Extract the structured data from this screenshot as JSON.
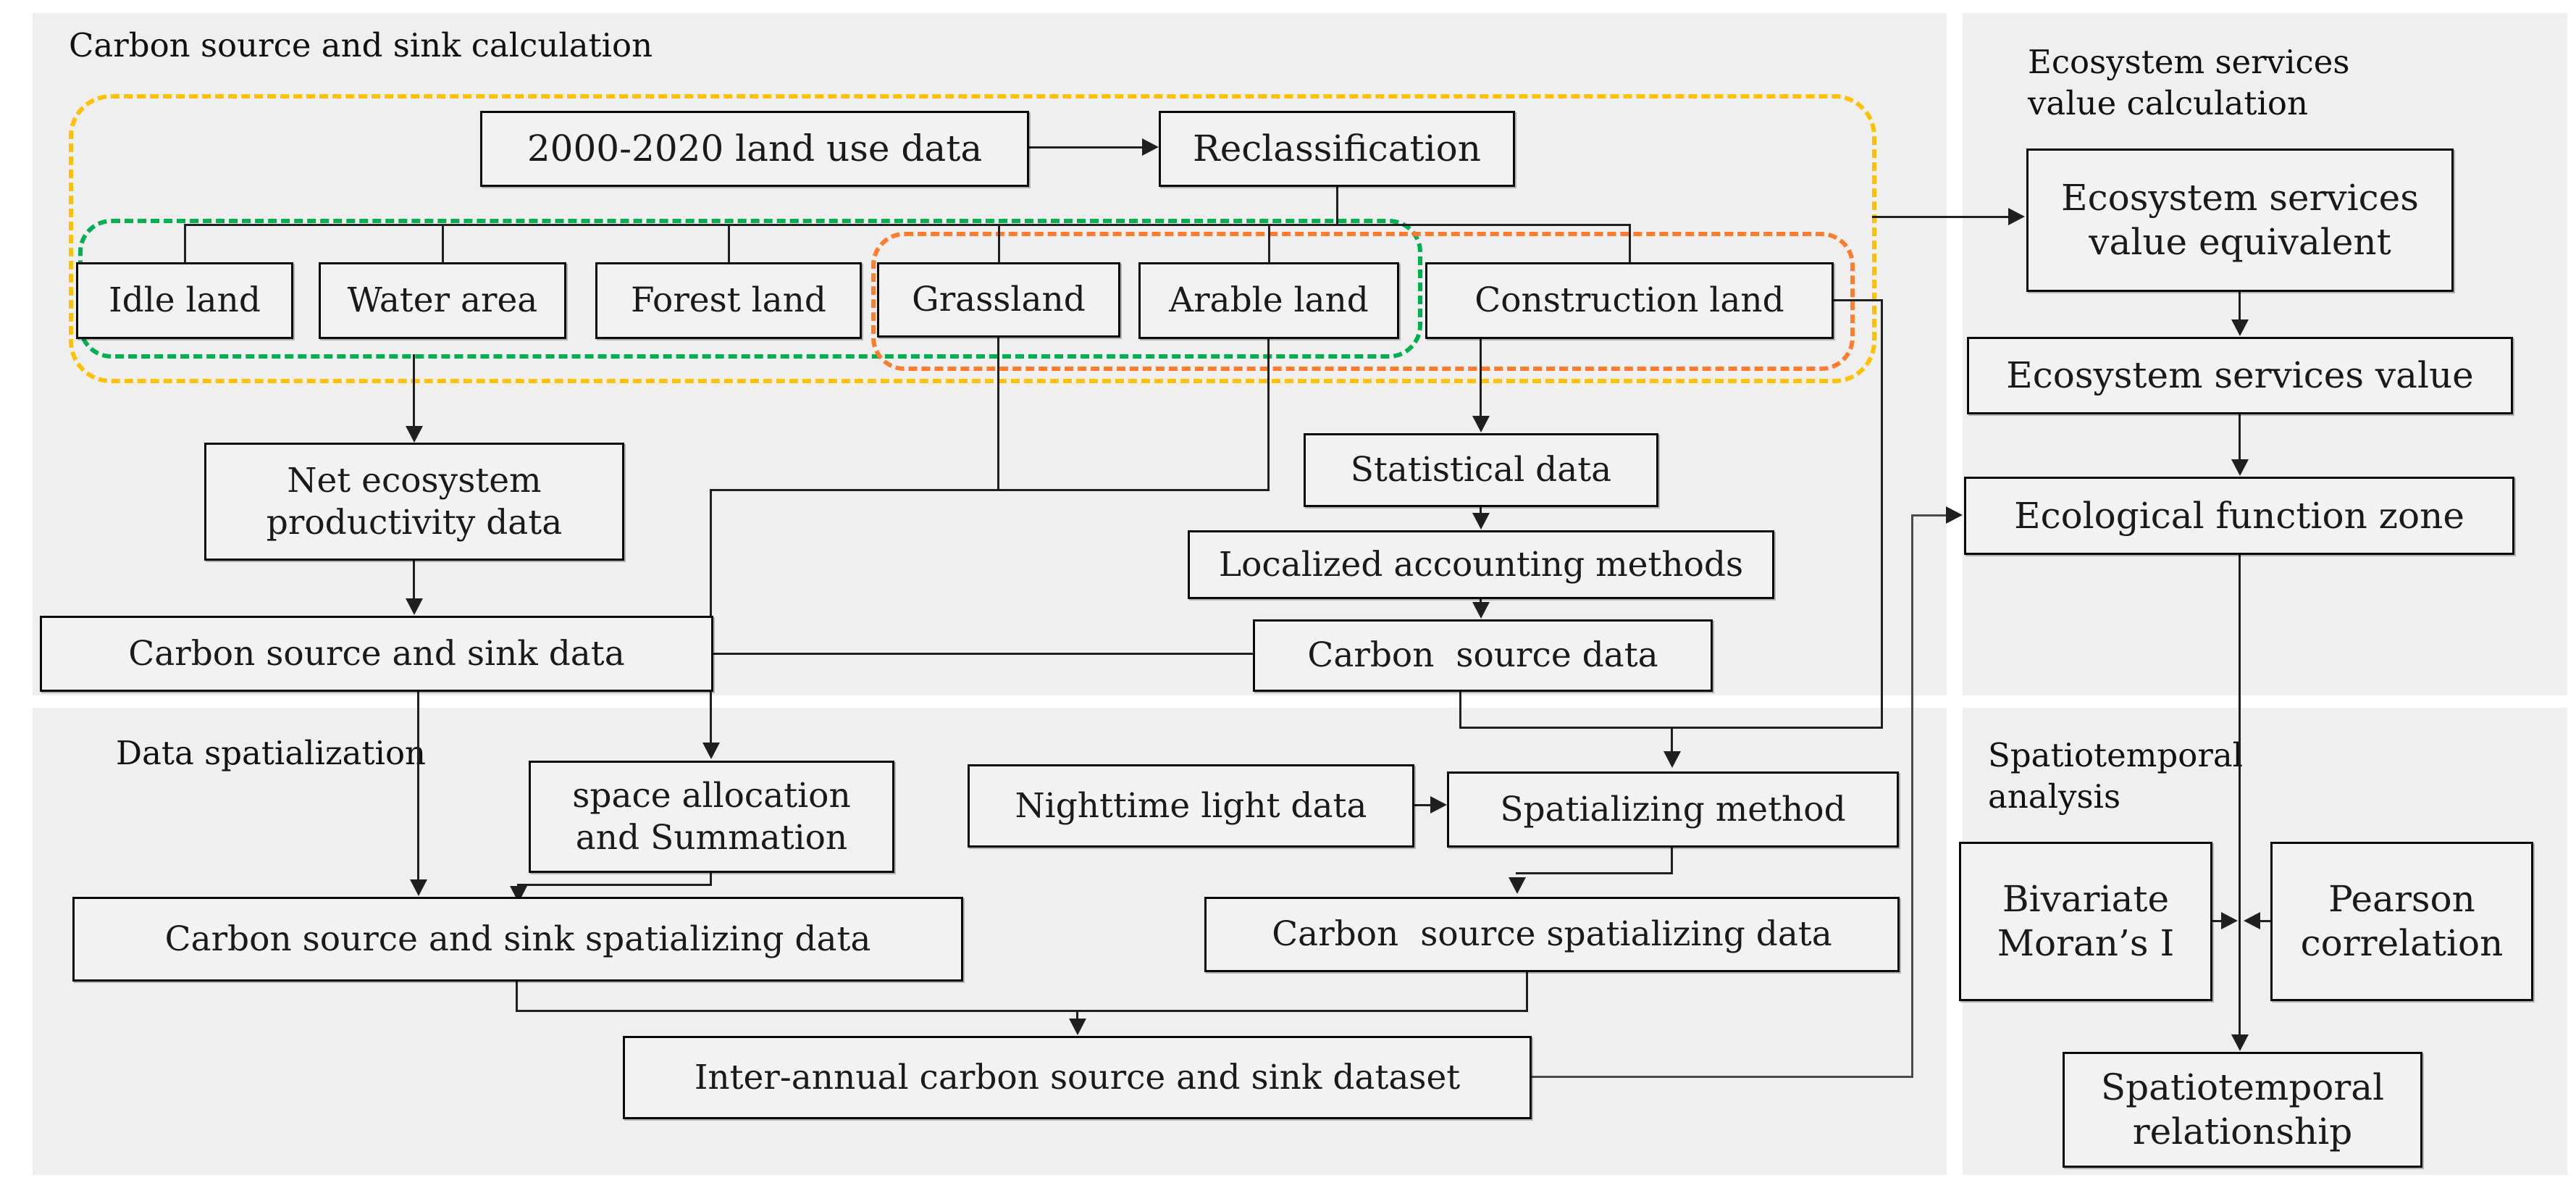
{
  "sections": {
    "carbon_calc": {
      "label": "Carbon source and sink calculation"
    },
    "esv": {
      "label": "Ecosystem services\nvalue calculation"
    },
    "spatialization": {
      "label": "Data spatialization"
    },
    "spatiotemporal": {
      "label": "Spatiotemporal\nanalysis"
    }
  },
  "groups": {
    "land_use_group": {
      "color": "#FFC000",
      "line_style": "dashed"
    },
    "carbon_sink_group": {
      "color": "#00B050",
      "line_style": "dashed"
    },
    "carbon_source_group": {
      "color": "#FF7D2E",
      "line_style": "dashed"
    }
  },
  "nodes": {
    "landuse": {
      "label": "2000-2020 land use data"
    },
    "reclass": {
      "label": "Reclassification"
    },
    "idle": {
      "label": "Idle land"
    },
    "water": {
      "label": "Water area"
    },
    "forest": {
      "label": "Forest land"
    },
    "grass": {
      "label": "Grassland"
    },
    "arable": {
      "label": "Arable land"
    },
    "constr": {
      "label": "Construction land"
    },
    "neteco": {
      "label": "Net ecosystem\nproductivity data"
    },
    "sinkdata": {
      "label": "Carbon source and sink data"
    },
    "statdata": {
      "label": "Statistical data"
    },
    "locmethods": {
      "label": "Localized accounting methods"
    },
    "srcdata": {
      "label": "Carbon  source data"
    },
    "spacealloc": {
      "label": "space allocation\nand Summation"
    },
    "nightlight": {
      "label": "Nighttime light data"
    },
    "spatmethod": {
      "label": "Spatializing method"
    },
    "sinkspat": {
      "label": "Carbon source and sink spatializing data"
    },
    "srcspat": {
      "label": "Carbon  source spatializing data"
    },
    "interannual": {
      "label": "Inter-annual carbon source and sink dataset"
    },
    "esveq": {
      "label": "Ecosystem services\nvalue equivalent"
    },
    "esvval": {
      "label": "Ecosystem services value"
    },
    "efz": {
      "label": "Ecological function zone"
    },
    "moran": {
      "label": "Bivariate\nMoran’s I"
    },
    "pearson": {
      "label": "Pearson\ncorrelation"
    },
    "spatiorel": {
      "label": "Spatiotemporal\nrelationship"
    }
  },
  "connector_color": "#1f1f1f",
  "panel_color": "#efeff0"
}
